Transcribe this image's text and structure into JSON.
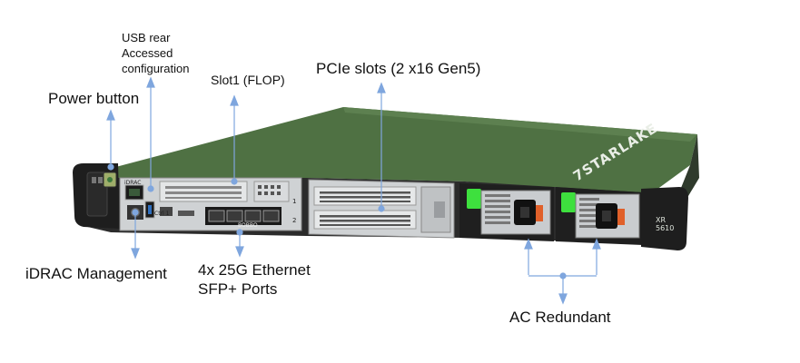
{
  "callouts": {
    "power_button": "Power button",
    "usb_rear": "USB rear",
    "accessed": "Accessed",
    "configuration": "configuration",
    "slot1": "Slot1 (FLOP)",
    "pcie": "PCIe slots (2 x16 Gen5)",
    "idrac": "iDRAC Management",
    "ethernet_line1": "4x 25G Ethernet",
    "ethernet_line2": "SFP+ Ports",
    "ac": "AC Redundant"
  },
  "chassis": {
    "brand": "7STARLAKE",
    "model": "XR\n5610",
    "idrac_tag": "iDRAC",
    "port_tag": "Ctrl 1",
    "eth_tag": "BOBBO",
    "slot_num_1": "1",
    "slot_num_2": "2"
  },
  "colors": {
    "callout_line": "#7fa6de",
    "chassis_top": "#4f7143",
    "chassis_front": "#2b2b2b",
    "psu_latch": "#3ee03e",
    "psu_handle": "#e0602a",
    "metal": "#d8dadc"
  }
}
